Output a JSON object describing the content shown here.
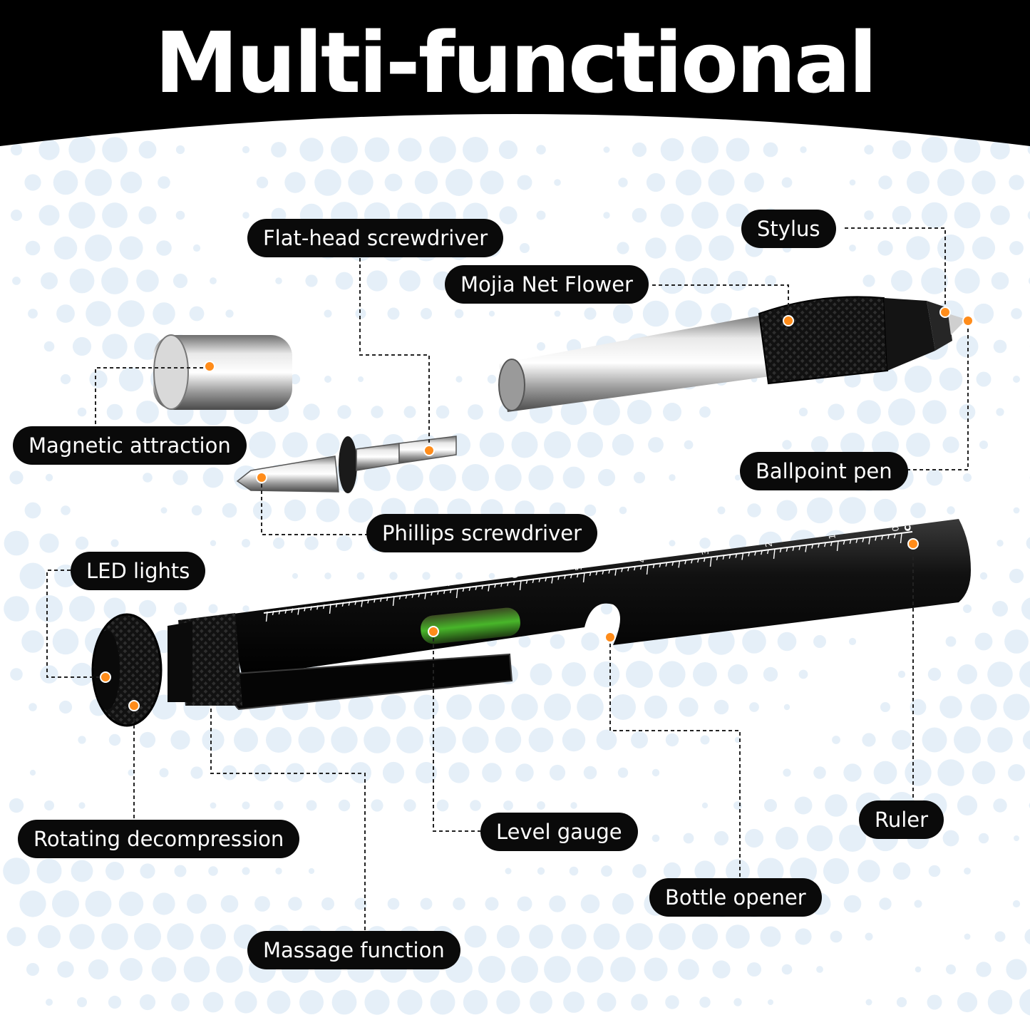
{
  "title": "Multi-functional",
  "colors": {
    "header": "#000000",
    "label_bg": "#0a0a0a",
    "label_text": "#ffffff",
    "marker": "#ff8c1a",
    "leader_line": "#222222",
    "dots": "#cfe1f3"
  },
  "ruler_digits": [
    "0",
    "1",
    "2",
    "3",
    "4",
    "5",
    "6",
    "7",
    "8",
    "9",
    "10"
  ],
  "ruler_unit": "cm",
  "labels": {
    "flat_head": "Flat-head screwdriver",
    "stylus": "Stylus",
    "mojia": "Mojia Net Flower",
    "magnetic": "Magnetic attraction",
    "ballpoint": "Ballpoint pen",
    "phillips": "Phillips screwdriver",
    "led": "LED lights",
    "rotating": "Rotating decompression",
    "level": "Level gauge",
    "ruler": "Ruler",
    "bottle": "Bottle opener",
    "massage": "Massage function"
  }
}
